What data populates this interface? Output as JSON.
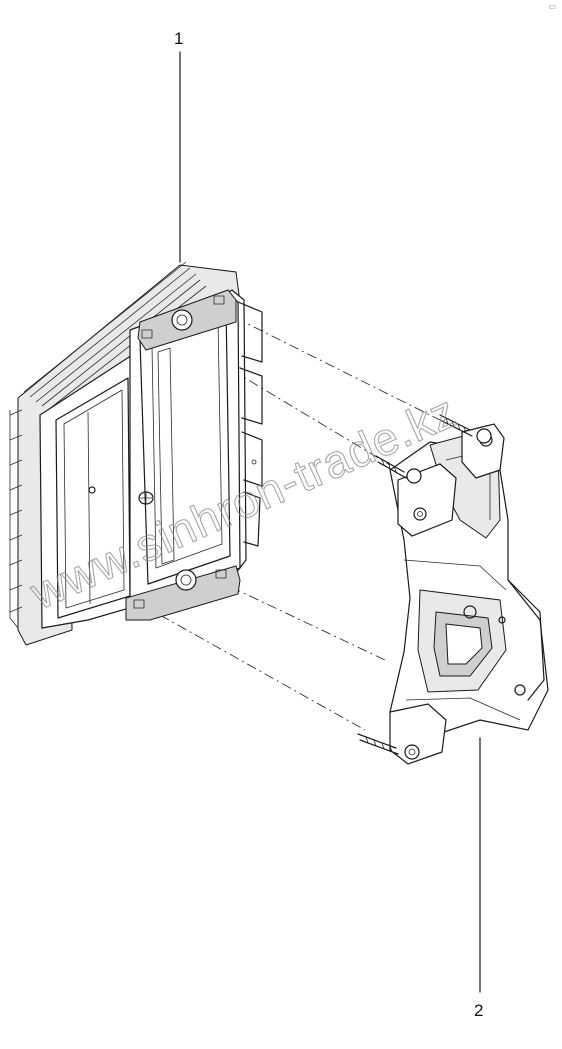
{
  "diagram": {
    "callouts": [
      {
        "number": "1",
        "part": "control-unit"
      },
      {
        "number": "2",
        "part": "mounting-bracket"
      }
    ],
    "watermark": "www.sinhron-trade.kz"
  }
}
